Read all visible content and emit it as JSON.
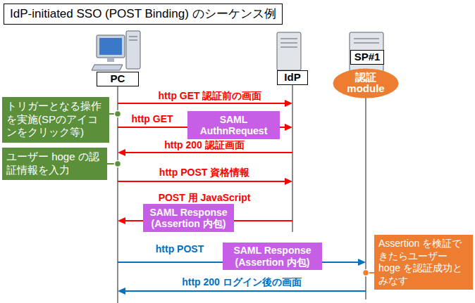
{
  "diagram": {
    "title": "IdP-initiated SSO (POST Binding) のシーケンス例",
    "nodes": [
      {
        "text": [
          "PC"
        ]
      },
      {
        "text": [
          "IdP"
        ]
      },
      {
        "text": [
          "SP#1"
        ]
      },
      {
        "text": [
          "認証 module"
        ]
      },
      {
        "text": [
          "トリガーとなる操作を実施(SPのアイコンをクリック等)"
        ]
      },
      {
        "text": [
          "SAML AuthnRequest"
        ]
      },
      {
        "text": [
          "ユーザー hoge の認証情報を入力"
        ]
      },
      {
        "text": [
          "SAML Response (Assertion 内包)"
        ]
      },
      {
        "text": [
          "Assertion を検証できたらユーザー hoge を認証成功とみなす"
        ]
      },
      {
        "text": [
          "SAML Response (Assertion 内包)"
        ]
      }
    ],
    "edges": [
      {
        "from": 0,
        "to": 1,
        "arrow": "to",
        "label": "http GET 認証前の画面"
      },
      {
        "from": 0,
        "to": 1,
        "arrow": "to",
        "label": "http GET"
      },
      {
        "from": 1,
        "to": 0,
        "arrow": "to",
        "label": "http 200 認証画面"
      },
      {
        "from": 0,
        "to": 1,
        "arrow": "to",
        "label": "http POST 資格情報"
      },
      {
        "from": 1,
        "to": 0,
        "arrow": "to",
        "label": "POST 用 JavaScript"
      },
      {
        "from": 0,
        "to": 3,
        "arrow": "to",
        "label": "http POST"
      },
      {
        "from": 3,
        "to": 0,
        "arrow": "to",
        "label": "http 200 ログイン後の画面"
      }
    ]
  }
}
